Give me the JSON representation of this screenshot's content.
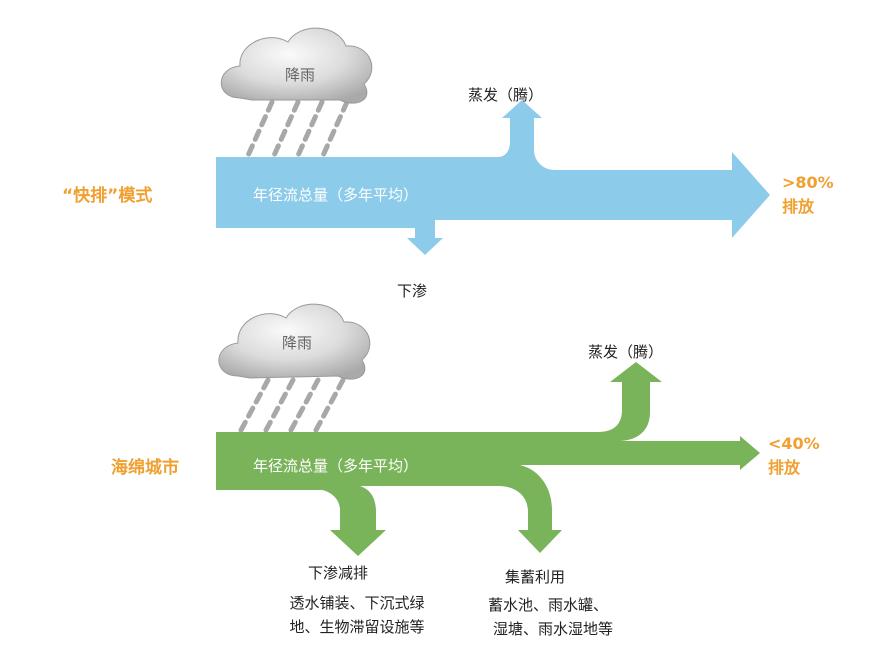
{
  "top": {
    "mode_label": "“快排”模式",
    "cloud_label": "降雨",
    "flow_label": "年径流总量（多年平均）",
    "evap_label": "蒸发（腾）",
    "infil_label": "下渗",
    "discharge_pct": ">80%",
    "discharge_label": "排放",
    "color": "#8ccbea"
  },
  "bottom": {
    "mode_label": "海绵城市",
    "cloud_label": "降雨",
    "flow_label": "年径流总量（多年平均）",
    "evap_label": "蒸发（腾）",
    "discharge_pct": "<40%",
    "discharge_label": "排放",
    "infil_title": "下渗减排",
    "infil_desc_1": "透水铺装、下沉式绿",
    "infil_desc_2": "地、生物滞留设施等",
    "reuse_title": "集蓄利用",
    "reuse_desc_1": "蓄水池、雨水罐、",
    "reuse_desc_2": "湿塘、雨水湿地等",
    "color": "#7ab45a"
  },
  "colors": {
    "accent": "#f0a030",
    "cloud": "#cfcfcf",
    "rain": "#b0b0b0"
  }
}
